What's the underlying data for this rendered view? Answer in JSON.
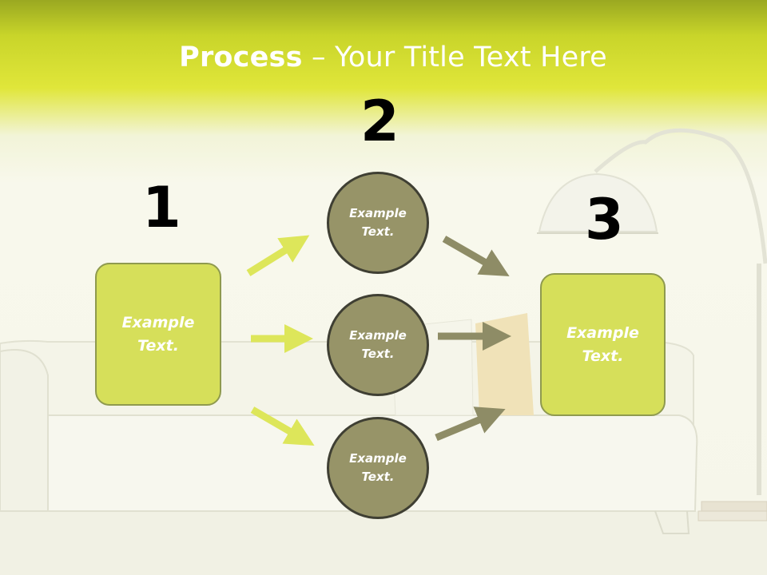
{
  "title": {
    "bold": "Process",
    "rest": " – Your Title Text Here"
  },
  "steps": [
    {
      "number": "1",
      "text": "Example Text."
    },
    {
      "number": "2",
      "circles": [
        "Example Text.",
        "Example Text.",
        "Example Text."
      ]
    },
    {
      "number": "3",
      "text": "Example Text."
    }
  ],
  "colors": {
    "header": "#c9d52a",
    "box_fill": "#d6df5a",
    "circle_fill": "#979468",
    "arrow_light": "#dde65a",
    "arrow_dark": "#8e8c66"
  }
}
